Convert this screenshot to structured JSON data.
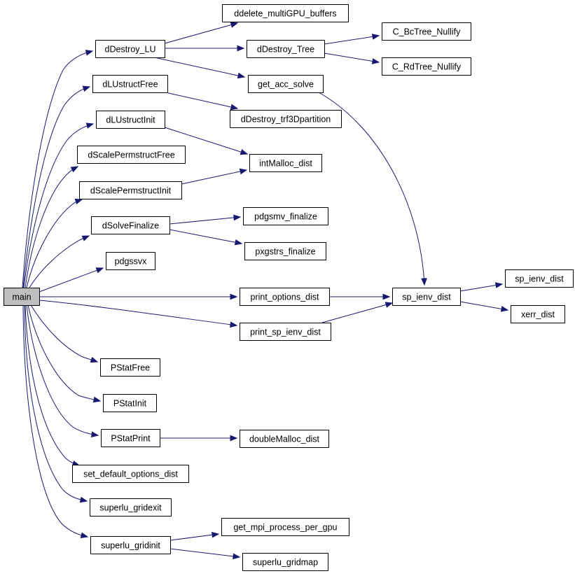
{
  "nodes": {
    "main": "main",
    "dDestroy_LU": "dDestroy_LU",
    "ddelete_multiGPU_buffers": "ddelete_multiGPU_buffers",
    "dDestroy_Tree": "dDestroy_Tree",
    "C_BcTree_Nullify": "C_BcTree_Nullify",
    "C_RdTree_Nullify": "C_RdTree_Nullify",
    "get_acc_solve": "get_acc_solve",
    "dLUstructFree": "dLUstructFree",
    "dDestroy_trf3Dpartition": "dDestroy_trf3Dpartition",
    "dLUstructInit": "dLUstructInit",
    "intMalloc_dist": "intMalloc_dist",
    "dScalePermstructFree": "dScalePermstructFree",
    "dScalePermstructInit": "dScalePermstructInit",
    "dSolveFinalize": "dSolveFinalize",
    "pdgsmv_finalize": "pdgsmv_finalize",
    "pxgstrs_finalize": "pxgstrs_finalize",
    "pdgssvx": "pdgssvx",
    "print_options_dist": "print_options_dist",
    "sp_ienv_dist": "sp_ienv_dist",
    "sp_ienv_dist_2": "sp_ienv_dist",
    "xerr_dist": "xerr_dist",
    "print_sp_ienv_dist": "print_sp_ienv_dist",
    "PStatFree": "PStatFree",
    "PStatInit": "PStatInit",
    "PStatPrint": "PStatPrint",
    "doubleMalloc_dist": "doubleMalloc_dist",
    "set_default_options_dist": "set_default_options_dist",
    "superlu_gridexit": "superlu_gridexit",
    "superlu_gridinit": "superlu_gridinit",
    "get_mpi_process_per_gpu": "get_mpi_process_per_gpu",
    "superlu_gridmap": "superlu_gridmap"
  },
  "colors": {
    "edge": "#191970",
    "root_fill": "#bfbfbf",
    "node_fill": "#ffffff",
    "node_border": "#000000"
  }
}
